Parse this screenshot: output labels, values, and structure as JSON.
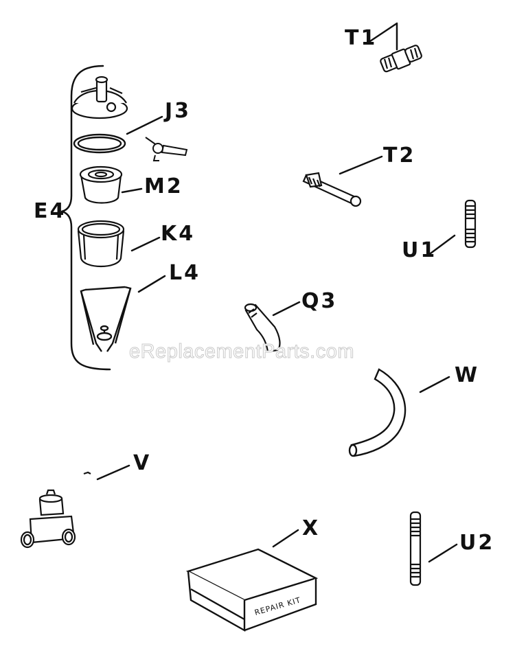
{
  "labels": {
    "t1": "T1",
    "j3": "J3",
    "t2": "T2",
    "m2": "M2",
    "e4": "E4",
    "u1": "U1",
    "k4": "K4",
    "l4": "L4",
    "q3": "Q3",
    "w": "W",
    "v": "V",
    "x": "X",
    "u2": "U2"
  },
  "repair_kit_text": "REPAIR KIT",
  "watermark": "eReplacementParts.com",
  "colors": {
    "ink": "#111111",
    "paper": "#ffffff",
    "watermark_outline": "#c9c9c9"
  }
}
